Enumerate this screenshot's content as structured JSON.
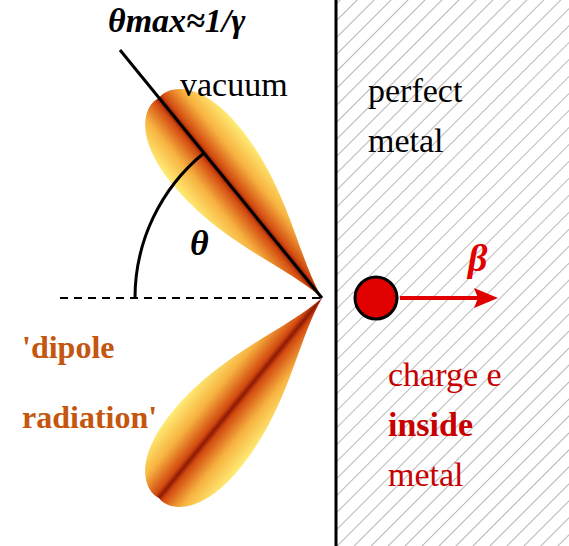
{
  "diagram": {
    "labels": [
      "θmax≈1/γ",
      "vacuum",
      "perfect metal",
      "θ",
      "β",
      "'dipole radiation'",
      "charge e",
      "inside",
      "metal"
    ]
  }
}
